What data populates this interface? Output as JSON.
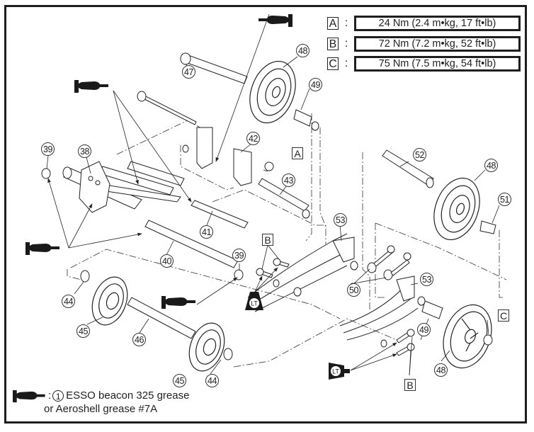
{
  "torque_specs": [
    {
      "key": "A",
      "value": "24 Nm (2.4 m•kg, 17 ft•lb)"
    },
    {
      "key": "B",
      "value": "72 Nm (7.2 m•kg, 52 ft•lb)"
    },
    {
      "key": "C",
      "value": "75 Nm (7.5 m•kg, 54 ft•lb)"
    }
  ],
  "separator": ":",
  "callouts": {
    "c38": "38",
    "c39a": "39",
    "c39b": "39",
    "c40": "40",
    "c41": "41",
    "c42": "42",
    "c43": "43",
    "c44a": "44",
    "c44b": "44",
    "c45a": "45",
    "c45b": "45",
    "c46": "46",
    "c47": "47",
    "c48a": "48",
    "c48b": "48",
    "c48c": "48",
    "c49a": "49",
    "c49b": "49",
    "c50": "50",
    "c51": "51",
    "c52": "52",
    "c53a": "53",
    "c53b": "53"
  },
  "tags": {
    "a": "A",
    "b1": "B",
    "b2": "B",
    "c": "C"
  },
  "lt_label": "LT",
  "legend": {
    "colon": ":",
    "number": "1",
    "line1": "ESSO beacon 325 grease",
    "line2": "or Aeroshell grease #7A"
  },
  "colors": {
    "ink": "#222222",
    "frame": "#1e1e1e",
    "background": "#ffffff"
  }
}
